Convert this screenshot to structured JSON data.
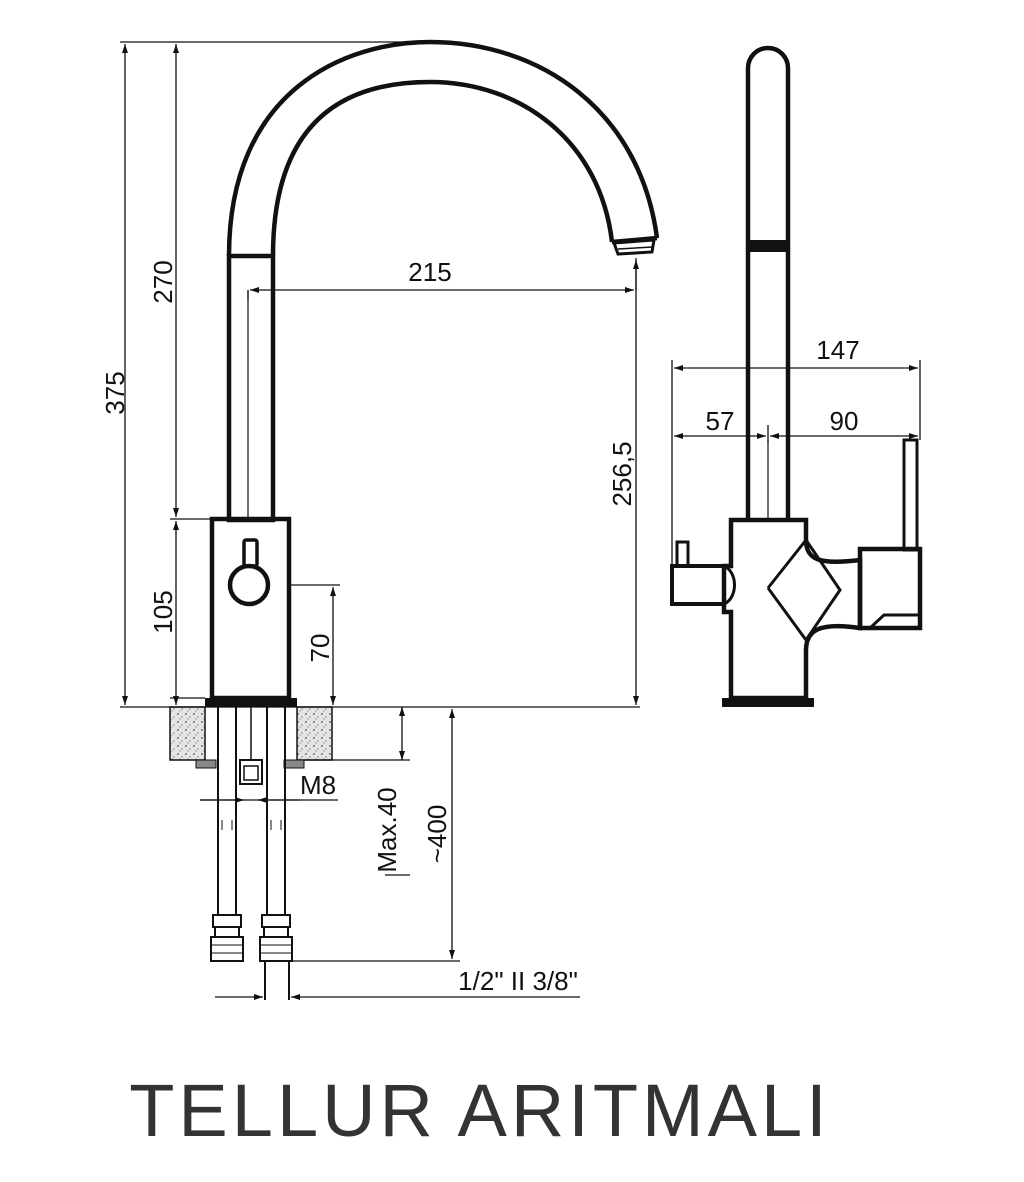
{
  "dimensions": {
    "height_total": "375",
    "height_spout": "270",
    "spout_reach": "215",
    "height_body": "105",
    "handle_height": "70",
    "outlet_height": "256,5",
    "side_depth_total": "147",
    "side_depth_front": "57",
    "side_depth_back": "90",
    "thread": "M8",
    "max_thickness": "Max.40",
    "hose_length": "~400",
    "connections": "1/2\" II 3/8\""
  },
  "product_name": "TELLUR ARITMALI",
  "colors": {
    "line": "#1a1a1a",
    "countertop_fill": "#d9d9d9"
  }
}
